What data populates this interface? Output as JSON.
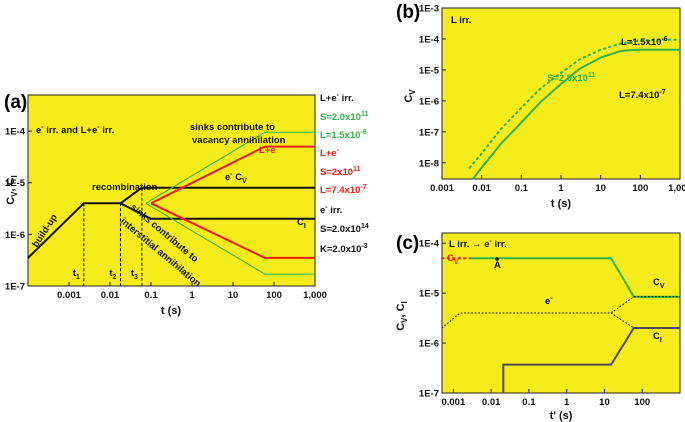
{
  "colors": {
    "plot_bg": "#f7ec1b",
    "black_curve": "#111111",
    "red_curve": "#e8201a",
    "green_curve": "#2fb34a"
  },
  "chart_data": [
    {
      "panel": "(a)",
      "type": "line",
      "xlabel": "t (s)",
      "ylabel": "CV,CI",
      "ylabel_parts": {
        "base": "C",
        "sub1": "V",
        "sep": ", C",
        "sub2": "I"
      },
      "x_scale": "log",
      "y_scale": "log",
      "xlim": [
        0.0001,
        1000
      ],
      "ylim": [
        1e-07,
        0.0005
      ],
      "x_ticks": [
        {
          "v": 0.001,
          "label": "0.001"
        },
        {
          "v": 0.01,
          "label": "0.01"
        },
        {
          "v": 0.1,
          "label": "0.1"
        },
        {
          "v": 1,
          "label": "1"
        },
        {
          "v": 10,
          "label": "10"
        },
        {
          "v": 100,
          "label": "100"
        },
        {
          "v": 1000,
          "label": "1,000"
        }
      ],
      "y_ticks": [
        {
          "v": 1e-07,
          "label": "1E-7"
        },
        {
          "v": 1e-06,
          "label": "1E-6"
        },
        {
          "v": 1e-05,
          "label": "1E-5"
        },
        {
          "v": 0.0001,
          "label": "1E-4"
        }
      ],
      "series": [
        {
          "color": "#111111",
          "width": 2,
          "x": [
            0.0001,
            0.0023,
            0.018,
            0.06,
            1000
          ],
          "y": [
            3.5e-07,
            4e-06,
            4e-06,
            8e-06,
            8e-06
          ]
        },
        {
          "color": "#111111",
          "width": 2,
          "x": [
            0.018,
            0.1,
            1000
          ],
          "y": [
            4e-06,
            2e-06,
            2e-06
          ]
        },
        {
          "color": "#e8201a",
          "width": 2,
          "x": [
            0.1,
            60,
            1000
          ],
          "y": [
            4e-06,
            5e-05,
            5e-05
          ]
        },
        {
          "color": "#e8201a",
          "width": 2,
          "x": [
            0.1,
            60,
            1000
          ],
          "y": [
            4e-06,
            3.5e-07,
            3.5e-07
          ]
        },
        {
          "color": "#2fb34a",
          "width": 1,
          "x": [
            0.075,
            60,
            1000
          ],
          "y": [
            4e-06,
            9.5e-05,
            9.5e-05
          ]
        },
        {
          "color": "#2fb34a",
          "width": 1,
          "x": [
            0.075,
            60,
            1000
          ],
          "y": [
            4e-06,
            1.7e-07,
            1.7e-07
          ]
        }
      ],
      "dashed_markers": [
        {
          "x": 0.0023,
          "y_top": 4e-06,
          "label": "t1"
        },
        {
          "x": 0.018,
          "y_top": 4e-06,
          "label": "t2"
        },
        {
          "x": 0.06,
          "y_top": 8e-06,
          "label": "t3"
        }
      ],
      "annotations": {
        "irr_mode": "e- irr. and L+e- irr.",
        "sinks_vacancy": "sinks contribute to vacancy annihilation",
        "recombination": "recombination",
        "build_up": "build-up",
        "sinks_interstitial": "sinks contribute to interstitial annihilation",
        "cv_curve": "e- CV",
        "ci_curve": "CI",
        "lpe_curve": "L+e-"
      },
      "legend": [
        {
          "text": "L+e- irr.",
          "color": "#111111"
        },
        {
          "text": "S=2.0x10^11",
          "color": "#2fb34a"
        },
        {
          "text": "L=1.5x10^-6",
          "color": "#2fb34a"
        },
        {
          "text": "L+e-",
          "color": "#e8201a"
        },
        {
          "text": "S=2x10^11",
          "color": "#e8201a"
        },
        {
          "text": "L=7.4x10^-7",
          "color": "#e8201a"
        },
        {
          "text": "e- irr.",
          "color": "#111111"
        },
        {
          "text": "S=2.0x10^14",
          "color": "#111111"
        },
        {
          "text": "K=2.0x10^-3",
          "color": "#111111"
        }
      ]
    },
    {
      "panel": "(b)",
      "type": "line",
      "xlabel": "t (s)",
      "ylabel": "CV",
      "ylabel_parts": {
        "base": "C",
        "sub1": "V"
      },
      "x_scale": "log",
      "y_scale": "log",
      "xlim": [
        0.001,
        1000
      ],
      "ylim": [
        3e-09,
        0.001
      ],
      "x_ticks": [
        {
          "v": 0.001,
          "label": "0.001"
        },
        {
          "v": 0.01,
          "label": "0.01"
        },
        {
          "v": 0.1,
          "label": "0.1"
        },
        {
          "v": 1,
          "label": "1"
        },
        {
          "v": 10,
          "label": "10"
        },
        {
          "v": 100,
          "label": "100"
        },
        {
          "v": 1000,
          "label": "1,000"
        }
      ],
      "y_ticks": [
        {
          "v": 1e-08,
          "label": "1E-8"
        },
        {
          "v": 1e-07,
          "label": "1E-7"
        },
        {
          "v": 1e-06,
          "label": "1E-6"
        },
        {
          "v": 1e-05,
          "label": "1E-5"
        },
        {
          "v": 0.0001,
          "label": "1E-4"
        },
        {
          "v": 0.001,
          "label": "1E-3"
        }
      ],
      "series": [
        {
          "name": "L=7.4x10^-7",
          "color": "#2fb34a",
          "width": 2,
          "style": "solid",
          "x": [
            0.006,
            0.01,
            0.03,
            0.1,
            0.3,
            1,
            3,
            10,
            30,
            60,
            100,
            300,
            1000
          ],
          "y": [
            3e-09,
            7e-09,
            4e-08,
            2e-07,
            9e-07,
            3.5e-06,
            1.1e-05,
            2.5e-05,
            4e-05,
            4.4e-05,
            4.5e-05,
            4.5e-05,
            4.5e-05
          ]
        },
        {
          "name": "L=1.5x10^-6",
          "color": "#2fb34a",
          "width": 2,
          "style": "dotted",
          "x": [
            0.005,
            0.01,
            0.03,
            0.1,
            0.3,
            1,
            3,
            10,
            30,
            60,
            100,
            300,
            1000
          ],
          "y": [
            7e-09,
            2e-08,
            1.2e-07,
            6e-07,
            2.5e-06,
            8e-06,
            2.2e-05,
            4.5e-05,
            7e-05,
            8.3e-05,
            9e-05,
            9.4e-05,
            9.5e-05
          ]
        }
      ],
      "annotations": {
        "mode": "L irr.",
        "s_label": "S=2.0x10^11",
        "l_high": "L=1.5x10^-6",
        "l_low": "L=7.4x10^-7"
      }
    },
    {
      "panel": "(c)",
      "type": "line",
      "xlabel": "t' (s)",
      "ylabel": "CV,CI",
      "ylabel_parts": {
        "base": "C",
        "sub1": "V",
        "sep": ", C",
        "sub2": "I"
      },
      "x_scale": "log",
      "y_scale": "log",
      "xlim": [
        0.0005,
        1000
      ],
      "ylim": [
        1e-07,
        0.00016
      ],
      "x_ticks": [
        {
          "v": 0.001,
          "label": "0.001"
        },
        {
          "v": 0.01,
          "label": "0.01"
        },
        {
          "v": 0.1,
          "label": "0.1"
        },
        {
          "v": 1,
          "label": "1"
        },
        {
          "v": 10,
          "label": "10"
        },
        {
          "v": 100,
          "label": "100"
        }
      ],
      "y_ticks": [
        {
          "v": 1e-07,
          "label": "1E-7"
        },
        {
          "v": 1e-06,
          "label": "1E-6"
        },
        {
          "v": 1e-05,
          "label": "1E-5"
        },
        {
          "v": 0.0001,
          "label": "1E-4"
        }
      ],
      "series": [
        {
          "color": "#e8201a",
          "width": 2,
          "style": "dotted",
          "x": [
            0.0005,
            0.0028
          ],
          "y": [
            5e-05,
            5e-05
          ]
        },
        {
          "color": "#2fb34a",
          "width": 2,
          "style": "solid",
          "x": [
            0.0028,
            15,
            60,
            1000
          ],
          "y": [
            5e-05,
            5e-05,
            8.5e-06,
            8.5e-06
          ]
        },
        {
          "color": "#111111",
          "width": 1,
          "style": "dotted",
          "x": [
            0.0005,
            0.0015,
            15,
            60,
            1000
          ],
          "y": [
            2e-06,
            4e-06,
            4e-06,
            8.5e-06,
            8.5e-06
          ]
        },
        {
          "color": "#111111",
          "width": 1,
          "style": "dotted",
          "x": [
            15,
            60
          ],
          "y": [
            4e-06,
            2e-06
          ]
        },
        {
          "color": "#4a4a4a",
          "width": 2,
          "style": "solid",
          "x": [
            0.021,
            0.021,
            15,
            60,
            1000
          ],
          "y": [
            1e-07,
            3.7e-07,
            3.7e-07,
            2e-06,
            2e-06
          ]
        }
      ],
      "annotations": {
        "mode": "L irr. → e- irr.",
        "cv_left": "CV",
        "point_A": "A",
        "e_minus": "e-",
        "cv_right": "CV",
        "ci_right": "CI"
      }
    }
  ]
}
